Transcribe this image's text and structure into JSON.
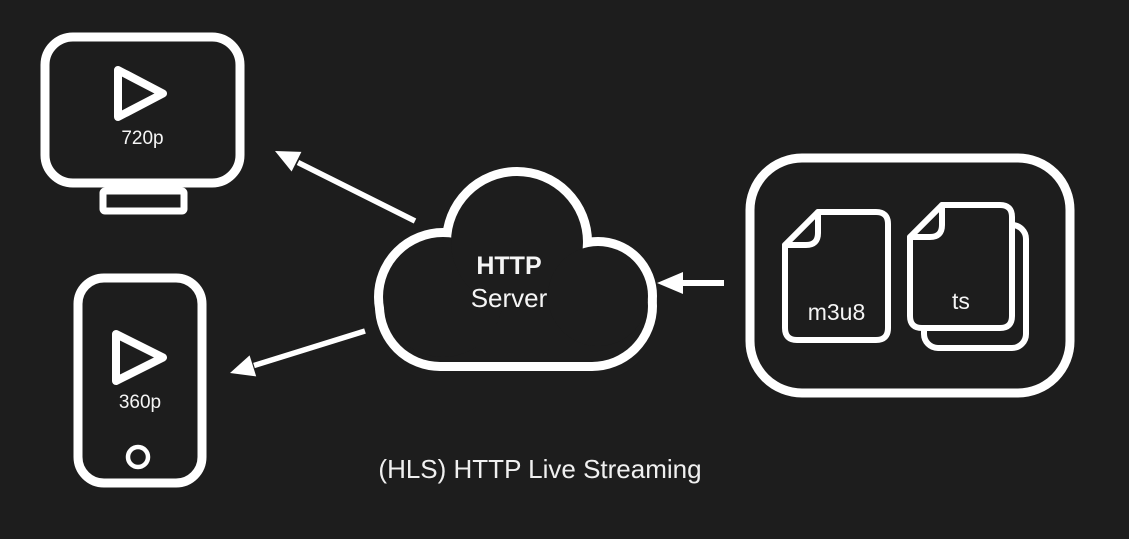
{
  "background": "#1d1d1d",
  "stroke_color": "#ffffff",
  "text_color": "#f5f5f5",
  "caption": "(HLS) HTTP Live Streaming",
  "cloud": {
    "title": "HTTP",
    "subtitle": "Server"
  },
  "devices": [
    {
      "type": "tv",
      "label": "720p"
    },
    {
      "type": "phone",
      "label": "360p"
    }
  ],
  "files": [
    {
      "label": "m3u8",
      "stacked": false
    },
    {
      "label": "ts",
      "stacked": true
    }
  ],
  "icons": [
    "tv-icon",
    "play-icon",
    "phone-icon",
    "home-button-icon",
    "cloud-icon",
    "document-icon",
    "document-stack-icon",
    "arrow-icon"
  ]
}
